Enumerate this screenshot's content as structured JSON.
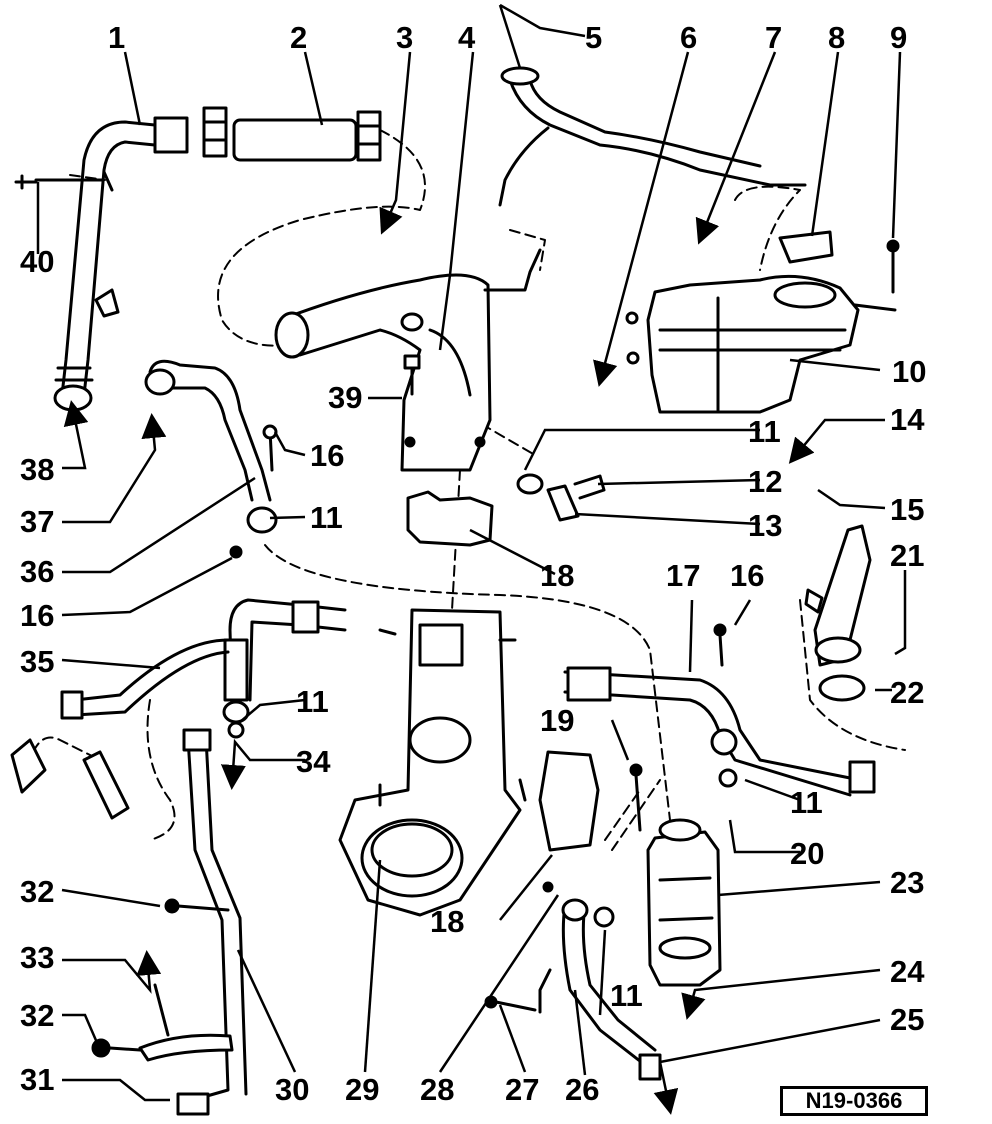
{
  "diagram": {
    "reference_code": "N19-0366",
    "ink_color": "#000000",
    "background_color": "#ffffff",
    "callouts": {
      "c1": "1",
      "c2": "2",
      "c3": "3",
      "c4": "4",
      "c5": "5",
      "c6": "6",
      "c7": "7",
      "c8": "8",
      "c9": "9",
      "c10": "10",
      "c11a": "11",
      "c11b": "11",
      "c11c": "11",
      "c11d": "11",
      "c11e": "11",
      "c12": "12",
      "c13": "13",
      "c14": "14",
      "c15": "15",
      "c16a": "16",
      "c16b": "16",
      "c16c": "16",
      "c17": "17",
      "c18a": "18",
      "c18b": "18",
      "c19": "19",
      "c20": "20",
      "c21": "21",
      "c22": "22",
      "c23": "23",
      "c24": "24",
      "c25": "25",
      "c26": "26",
      "c27": "27",
      "c28": "28",
      "c29": "29",
      "c30": "30",
      "c31": "31",
      "c32a": "32",
      "c32b": "32",
      "c33": "33",
      "c34": "34",
      "c35": "35",
      "c36": "36",
      "c37": "37",
      "c38": "38",
      "c39": "39",
      "c40": "40"
    }
  }
}
